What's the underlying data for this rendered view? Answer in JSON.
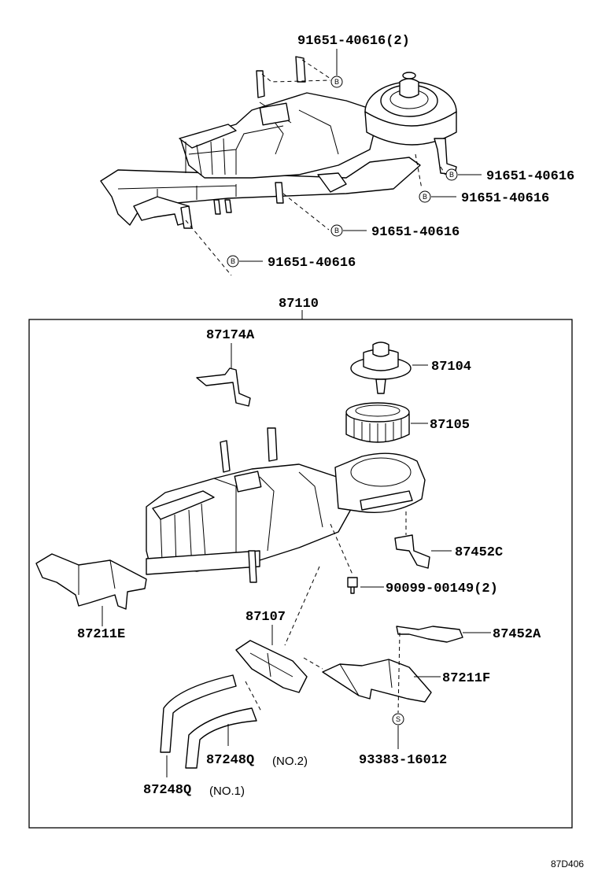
{
  "diagram_code": "87D406",
  "badge_letters": {
    "bolt": "B",
    "screw": "S"
  },
  "labels": {
    "top_bolt_2": "91651-40616(2)",
    "right_bolt_a": "91651-40616",
    "right_bolt_b": "91651-40616",
    "mid_bolt": "91651-40616",
    "left_bolt": "91651-40616",
    "assembly": "87110",
    "bracket": "87174A",
    "motor": "87104",
    "fan": "87105",
    "stay_c": "87452C",
    "screw_2": "90099-00149(2)",
    "duct_e": "87211E",
    "duct_center": "87107",
    "stay_a": "87452A",
    "duct_f": "87211F",
    "hose_2": "87248Q",
    "hose_2_note": "(NO.2)",
    "hose_1": "87248Q",
    "hose_1_note": "(NO.1)",
    "bottom_screw": "93383-16012"
  }
}
